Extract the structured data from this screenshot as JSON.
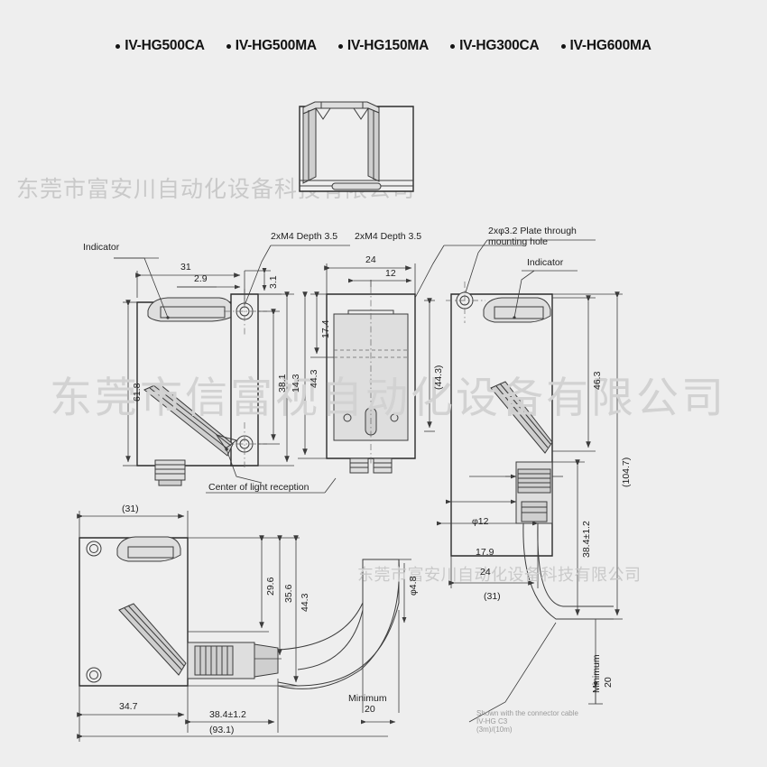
{
  "page": {
    "background_color": "#eeeeee",
    "line_color": "#3c3c3c",
    "title": "IV-HG series dimension drawing"
  },
  "models": [
    {
      "label": "IV-HG500CA"
    },
    {
      "label": "IV-HG500MA"
    },
    {
      "label": "IV-HG150MA"
    },
    {
      "label": "IV-HG300CA"
    },
    {
      "label": "IV-HG600MA"
    }
  ],
  "watermarks": {
    "top": "东莞市富安川自动化设备科技有限公司",
    "middle": "东莞市信富视自动化设备有限公司",
    "bottom": "东莞市富安川自动化设备科技有限公司"
  },
  "callouts": {
    "indicator_left": "Indicator",
    "indicator_right": "Indicator",
    "tap_left": "2xM4 Depth 3.5",
    "tap_right": "2xM4 Depth 3.5",
    "mounting_hole": "2xφ3.2 Plate through\nmounting hole",
    "mounting_hole_line1": "2xφ3.2 Plate through",
    "mounting_hole_line2": "mounting hole",
    "light_reception": "Center of light reception",
    "cable_note_line1": "Shown with the connector cable",
    "cable_note_line2": "IV-HG C3",
    "cable_note_line3": "(3m)/(10m)"
  },
  "dimensions": {
    "front_view": {
      "width_31": "31",
      "offset_2_9": "2.9",
      "offset_3_1": "3.1",
      "height_61_8": "61.8",
      "height_38_1": "38.1",
      "height_14_3": "14.3"
    },
    "top_view": {
      "width_24": "24",
      "width_12": "12",
      "depth_17_4": "17.4",
      "height_44_3": "44.3"
    },
    "side_view": {
      "height_44_3": "(44.3)",
      "height_46_3": "46.3",
      "overall_104_7": "(104.7)",
      "cable_38_4": "38.4±1.2",
      "dia_12": "φ12",
      "offset_17_9": "17.9",
      "offset_24": "24",
      "width_31": "(31)",
      "minimum_label": "Minimum",
      "minimum_value": "20"
    },
    "bottom_view": {
      "width_31": "(31)",
      "height_29_6": "29.6",
      "height_35_6": "35.6",
      "height_44_3": "44.3",
      "length_34_7": "34.7",
      "cable_38_4": "38.4±1.2",
      "overall_93_1": "(93.1)",
      "cable_dia_4_8": "φ4.8",
      "minimum_label": "Minimum",
      "minimum_value": "20"
    }
  }
}
